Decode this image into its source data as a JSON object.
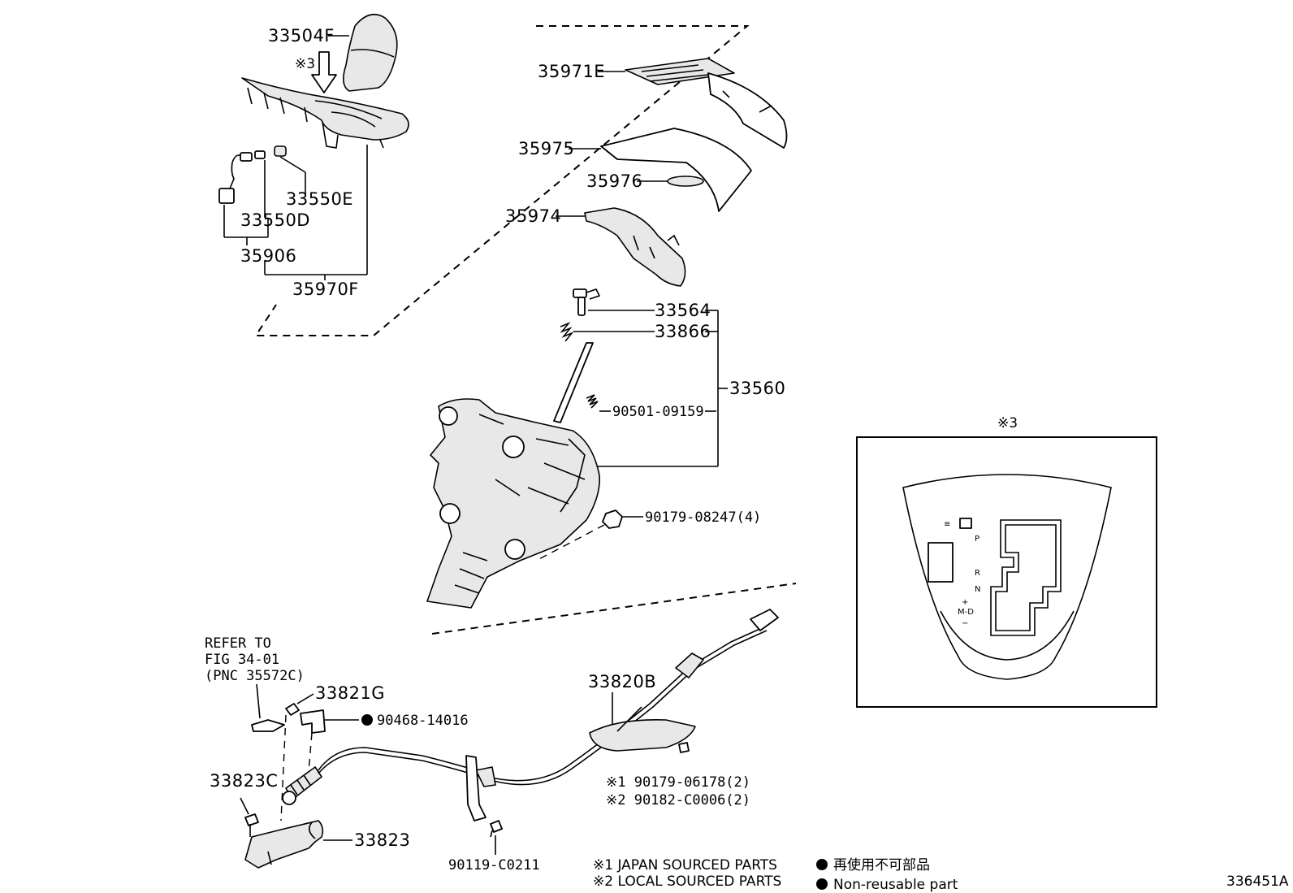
{
  "labels": {
    "p33504F": "33504F",
    "note3_top": "※3",
    "p33550E": "33550E",
    "p33550D": "33550D",
    "p35906": "35906",
    "p35970F": "35970F",
    "p35971E": "35971E",
    "p35975": "35975",
    "p35976": "35976",
    "p35974": "35974",
    "p33564": "33564",
    "p33866": "33866",
    "p33560": "33560",
    "p90501": "90501-09159",
    "p90179_08247": "90179-08247(4)",
    "refer_line1": "REFER TO",
    "refer_line2": "FIG 34-01",
    "refer_line3": "(PNC 35572C)",
    "p33821G": "33821G",
    "p90468": "90468-14016",
    "p33820B": "33820B",
    "p33823C": "33823C",
    "p33823": "33823",
    "p90179_06178": "※1 90179-06178(2)",
    "p90182": "※2 90182-C0006(2)",
    "p90119": "90119-C0211"
  },
  "inset": {
    "title": "※3",
    "gear_P": "P",
    "gear_R": "R",
    "gear_N": "N",
    "gear_plus": "+",
    "gear_MD": "M-D",
    "gear_minus": "−"
  },
  "legend": {
    "note1": "※1 JAPAN SOURCED PARTS",
    "note2": "※2 LOCAL SOURCED PARTS",
    "nonreusable_jp": "再使用不可部品",
    "nonreusable_en": "Non-reusable part"
  },
  "figure_id": "336451A",
  "icons": {
    "nonreusable": "filled-circle-icon",
    "arrow": "down-arrow-icon"
  }
}
